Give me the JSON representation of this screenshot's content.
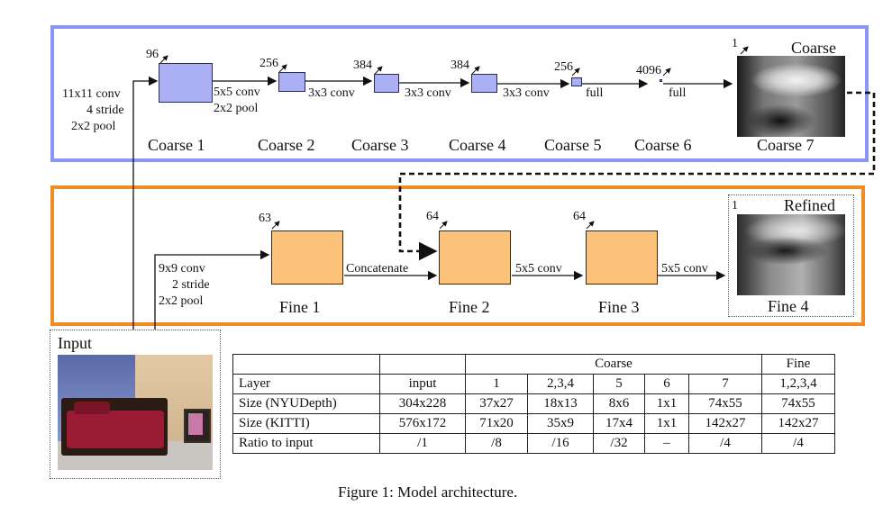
{
  "coarse": {
    "label": "Coarse",
    "pre_label": [
      "11x11 conv",
      "4 stride",
      "2x2 pool"
    ],
    "layers": [
      {
        "name": "Coarse 1",
        "channels": "96"
      },
      {
        "name": "Coarse 2",
        "channels": "256"
      },
      {
        "name": "Coarse 3",
        "channels": "384"
      },
      {
        "name": "Coarse 4",
        "channels": "384"
      },
      {
        "name": "Coarse 5",
        "channels": "256"
      },
      {
        "name": "Coarse 6",
        "channels": "4096"
      },
      {
        "name": "Coarse 7",
        "channels": "1"
      }
    ],
    "ops": [
      "5x5 conv",
      "2x2 pool",
      "3x3 conv",
      "3x3 conv",
      "3x3 conv",
      "full",
      "full"
    ]
  },
  "fine": {
    "label": "Refined",
    "pre_label": [
      "9x9 conv",
      "2 stride",
      "2x2 pool"
    ],
    "layers": [
      {
        "name": "Fine 1",
        "channels": "63"
      },
      {
        "name": "Fine 2",
        "channels": "64"
      },
      {
        "name": "Fine 3",
        "channels": "64"
      },
      {
        "name": "Fine 4",
        "channels": "1"
      }
    ],
    "ops": [
      "Concatenate",
      "5x5 conv",
      "5x5 conv"
    ]
  },
  "input_label": "Input",
  "caption": "Figure 1: Model architecture.",
  "table": {
    "group_coarse": "Coarse",
    "group_fine": "Fine",
    "header": [
      "Layer",
      "input",
      "1",
      "2,3,4",
      "5",
      "6",
      "7",
      "1,2,3,4"
    ],
    "rows": [
      [
        "Size (NYUDepth)",
        "304x228",
        "37x27",
        "18x13",
        "8x6",
        "1x1",
        "74x55",
        "74x55"
      ],
      [
        "Size (KITTI)",
        "576x172",
        "71x20",
        "35x9",
        "17x4",
        "1x1",
        "142x27",
        "142x27"
      ],
      [
        "Ratio to input",
        "/1",
        "/8",
        "/16",
        "/32",
        "–",
        "/4",
        "/4"
      ]
    ]
  }
}
